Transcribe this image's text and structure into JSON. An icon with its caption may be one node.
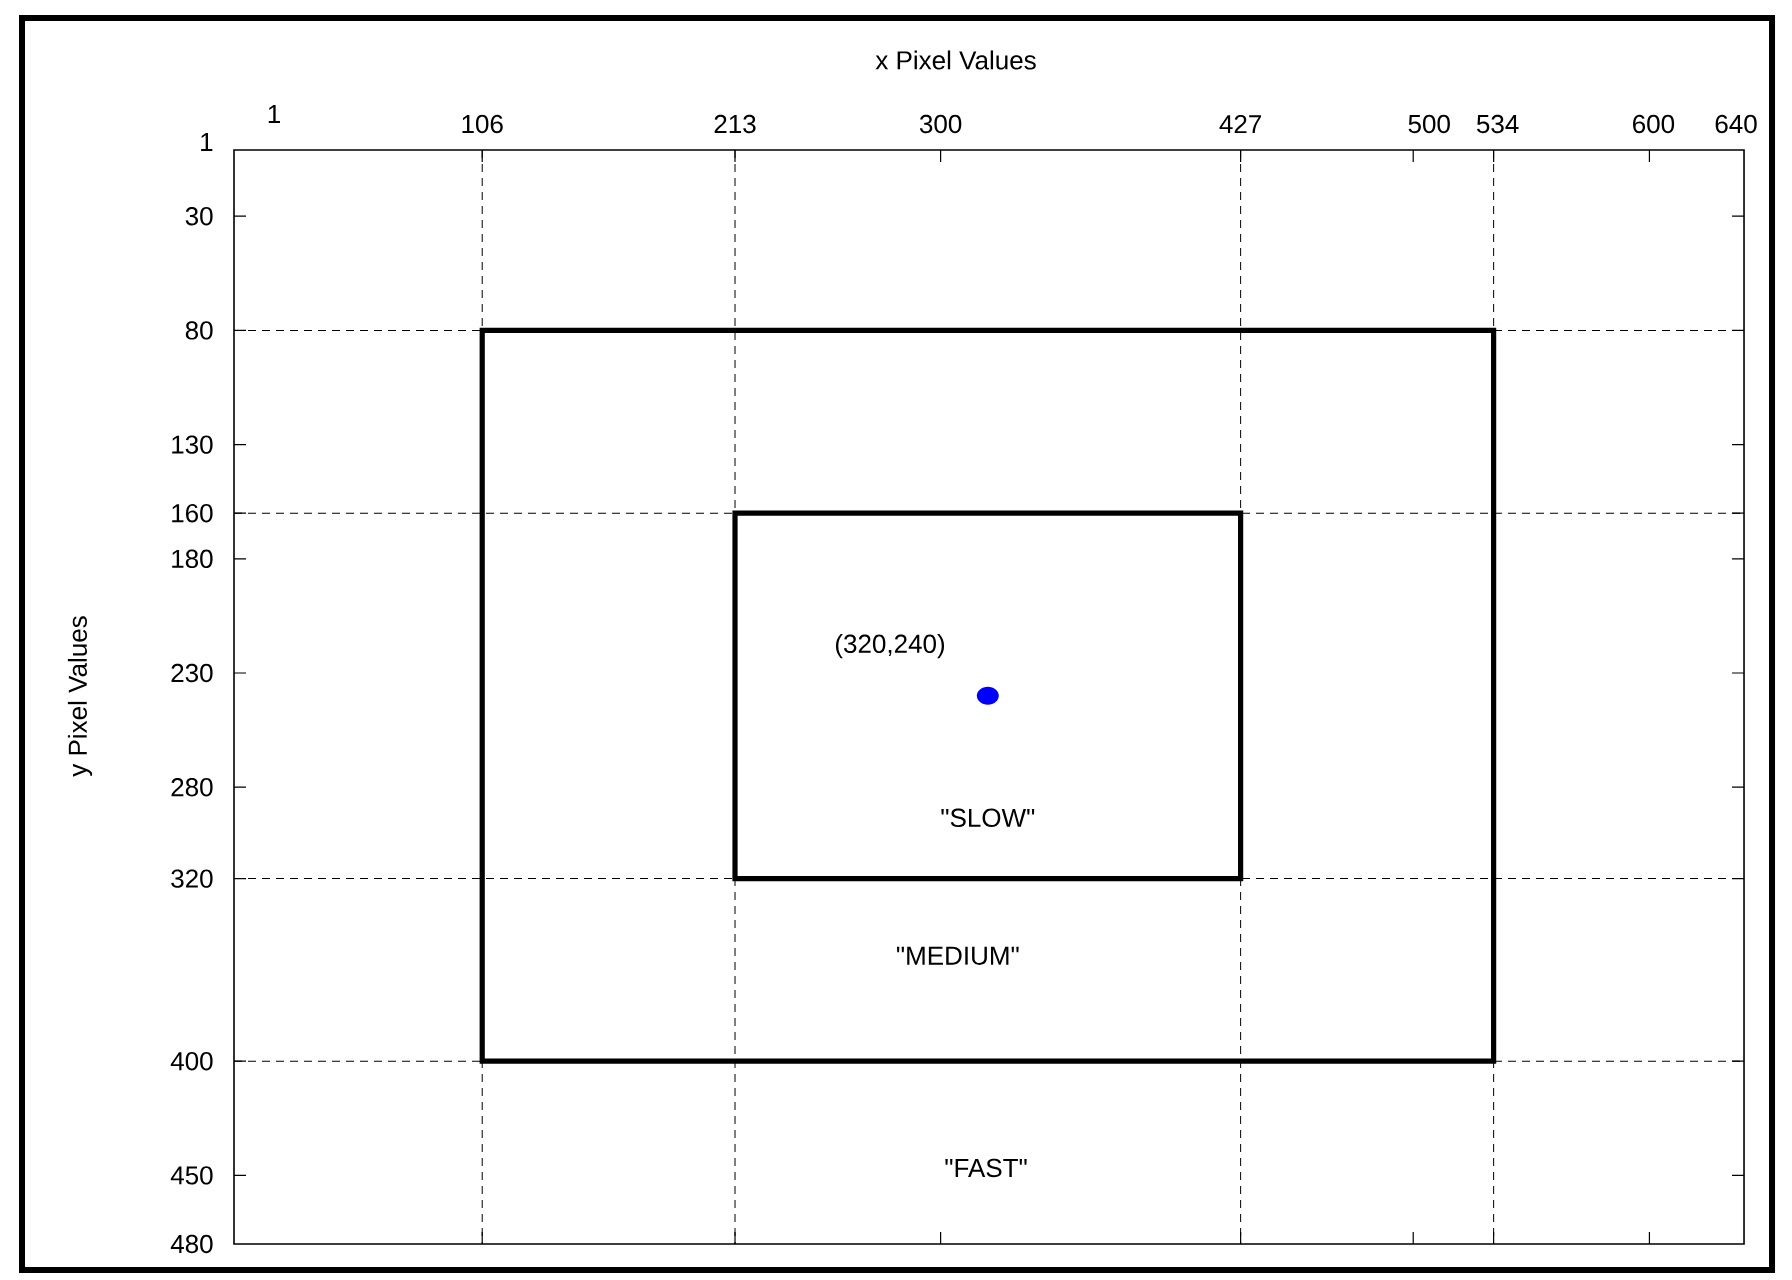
{
  "diagram": {
    "nodes": [
      {
        "text": [
          "\"MEDIUM\""
        ]
      },
      {
        "text": [
          "\"SLOW\""
        ],
        "in": 0
      }
    ],
    "labels": [
      "x Pixel Values",
      "1",
      "106",
      "213",
      "300",
      "427",
      "500",
      "534",
      "600",
      "640",
      "1",
      "30",
      "80",
      "130",
      "160",
      "180",
      "230",
      "280",
      "320",
      "400",
      "450",
      "480",
      "y Pixel Values",
      "(320,240)",
      "\"FAST\""
    ]
  }
}
